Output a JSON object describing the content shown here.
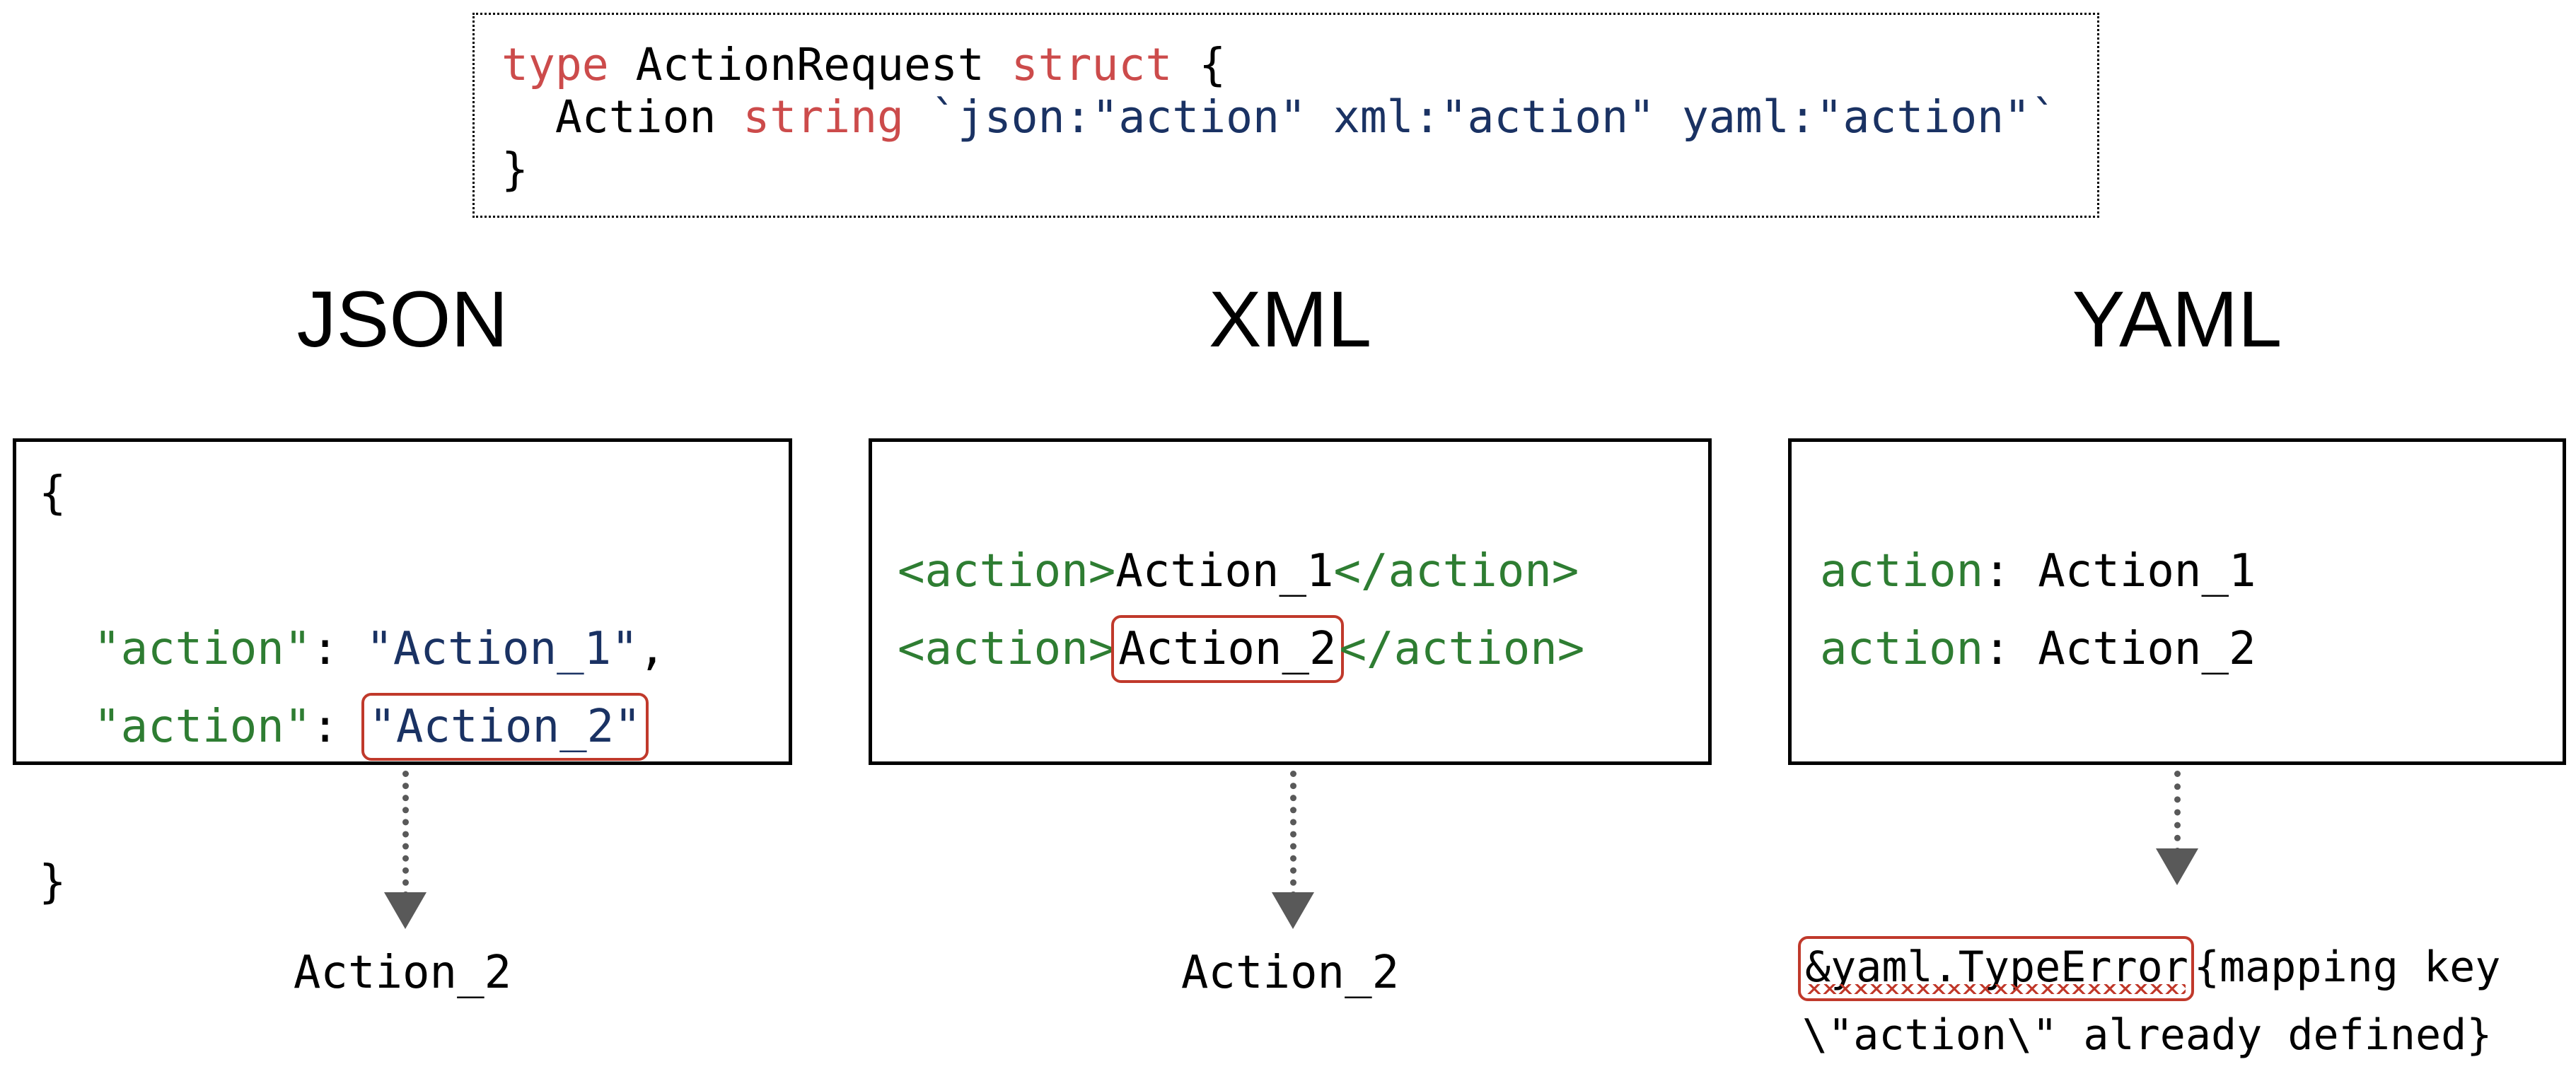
{
  "struct_snippet": {
    "line1": [
      {
        "text": "type ",
        "kind": "keyword"
      },
      {
        "text": "ActionRequest ",
        "kind": "plain"
      },
      {
        "text": "struct",
        "kind": "keyword"
      },
      {
        "text": " {",
        "kind": "plain"
      }
    ],
    "line2": [
      {
        "text": "  Action ",
        "kind": "plain"
      },
      {
        "text": "string",
        "kind": "keyword"
      },
      {
        "text": " `json:\"action\" xml:\"action\" yaml:\"action\"`",
        "kind": "tag"
      }
    ],
    "line3": [
      {
        "text": "}",
        "kind": "plain"
      }
    ],
    "keyword_type": "type",
    "type_name": "ActionRequest",
    "keyword_struct": "struct",
    "open_brace": "{",
    "field_name": "Action",
    "field_type": "string",
    "field_tag": "`json:\"action\" xml:\"action\" yaml:\"action\"`",
    "close_brace": "}"
  },
  "columns": [
    {
      "id": "json",
      "title": "JSON",
      "code": {
        "open": "{",
        "key1": "\"action\"",
        "sep1": ": ",
        "val1": "\"Action_1\"",
        "comma": ",",
        "key2": "\"action\"",
        "sep2": ": ",
        "val2": "\"Action_2\"",
        "close": "}"
      },
      "highlighted_token": "\"Action_2\"",
      "result": "Action_2"
    },
    {
      "id": "xml",
      "title": "XML",
      "code": {
        "open_tag": "<action>",
        "val1": "Action_1",
        "close_tag": "</action>",
        "val2": "Action_2"
      },
      "highlighted_token": "Action_2",
      "result": "Action_2"
    },
    {
      "id": "yaml",
      "title": "YAML",
      "code": {
        "key1": "action",
        "sep1": ": ",
        "val1": "Action_1",
        "key2": "action",
        "sep2": ": ",
        "val2": "Action_2"
      },
      "highlighted_token": "",
      "result_error_token": "&yaml.TypeError",
      "result_error_rest": "{mapping key",
      "result_error_line2": "\\\"action\\\" already defined}"
    }
  ],
  "colors": {
    "keyword_red": "#cc4b4b",
    "tag_blue": "#1a3263",
    "key_green": "#2e7d32",
    "value_blue": "#1a3263",
    "highlight_red": "#c0392b",
    "arrow_gray": "#595959",
    "border_black": "#000000",
    "background": "#ffffff"
  }
}
